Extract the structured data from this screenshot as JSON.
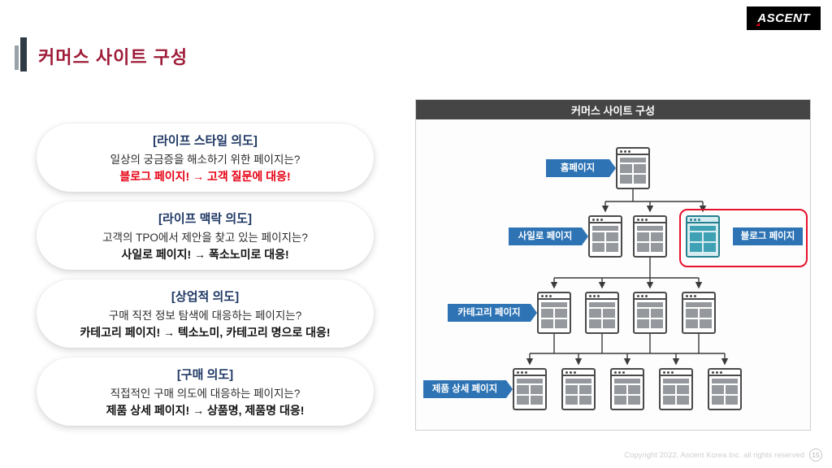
{
  "logo": {
    "text": "ASCENT"
  },
  "header": {
    "title": "커머스 사이트 구성"
  },
  "cards": [
    {
      "heading": "[라이프 스타일 의도]",
      "question": "일상의 궁금증을 해소하기 위한 페이지는?",
      "answer": "블로그 페이지! → 고객 질문에 대응!"
    },
    {
      "heading": "[라이프 맥락 의도]",
      "question": "고객의 TPO에서 제안을 찾고 있는 페이지는?",
      "answer": "사일로 페이지! → 폭소노미로 대응!"
    },
    {
      "heading": "[상업적 의도]",
      "question": "구매 직전 정보 탐색에 대응하는 페이지는?",
      "answer": "카테고리 페이지! → 텍소노미, 카테고리 명으로 대응!"
    },
    {
      "heading": "[구매 의도]",
      "question": "직접적인 구매 의도에 대응하는 페이지는?",
      "answer": "제품 상세 페이지! → 상품명, 제품명 대응!"
    }
  ],
  "diagram": {
    "panel_title": "커머스 사이트 구성",
    "rows": [
      {
        "label": "홈페이지",
        "pages": 1
      },
      {
        "label": "사일로 페이지",
        "pages": 3,
        "highlight_index": 2
      },
      {
        "label": "카테고리 페이지",
        "pages": 4
      },
      {
        "label": "제품 상세 페이지",
        "pages": 5
      }
    ],
    "highlight_label": "블로그 페이지",
    "colors": {
      "label_bg": "#2e74b5",
      "highlight_outline": "#e8112d",
      "icon_outline": "#4a4a4a",
      "highlight_icon": "#3ea2b4",
      "connector": "#3a3a3a"
    }
  },
  "footer": {
    "copyright": "Copyright 2022. Ascent Korea Inc. all rights reserved",
    "page_number": "15"
  }
}
